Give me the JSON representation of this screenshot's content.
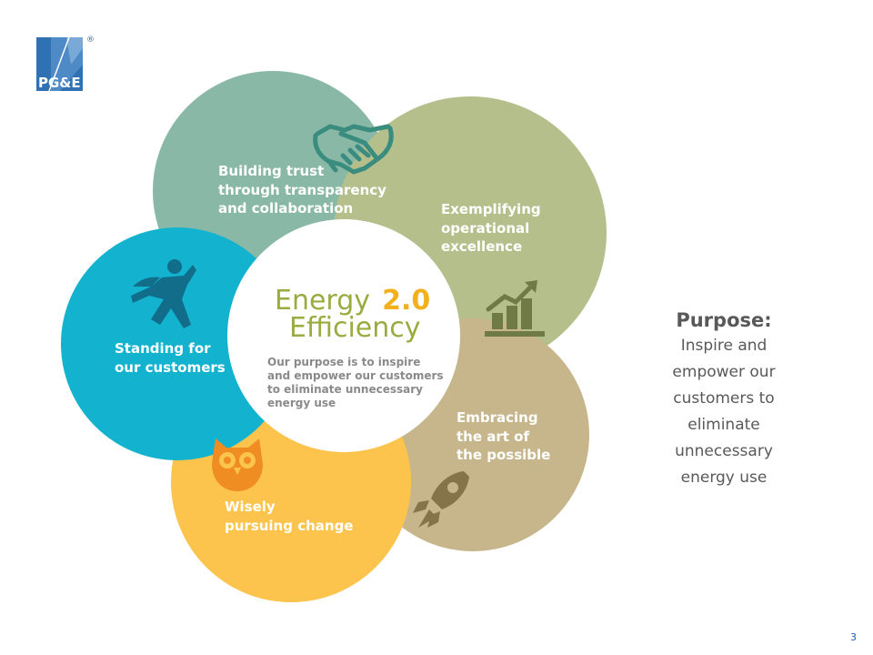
{
  "logo": {
    "text": "PG&E",
    "registered": "®"
  },
  "colors": {
    "teal_top": "#8ab8a7",
    "olive": "#b5bf8c",
    "tan": "#c7b68b",
    "yellow": "#fcc44d",
    "cyan": "#13b3d0",
    "center_green": "#9aab3f",
    "center_yellow": "#f2b11c",
    "logo_blue": "#2f71b2",
    "icon_teal": "#3a8d7e",
    "icon_olive": "#6f7a44",
    "icon_tan": "#85744a",
    "icon_orange": "#ef8c22",
    "icon_cyan": "#116d8a"
  },
  "segments": [
    {
      "id": "trust",
      "icon": "handshake-icon",
      "lines": [
        "Building trust",
        "through transparency",
        "and collaboration"
      ]
    },
    {
      "id": "operational",
      "icon": "growth-chart-icon",
      "lines": [
        "Exemplifying",
        "operational",
        "excellence"
      ]
    },
    {
      "id": "possible",
      "icon": "rocket-icon",
      "lines": [
        "Embracing",
        "the art of",
        "the possible"
      ]
    },
    {
      "id": "change",
      "icon": "owl-icon",
      "lines": [
        "Wisely",
        "pursuing change"
      ]
    },
    {
      "id": "customers",
      "icon": "hero-icon",
      "lines": [
        "Standing for",
        "our customers"
      ]
    }
  ],
  "center": {
    "title_word1": "Energy",
    "title_number": "2.0",
    "title_word2": "Efficiency",
    "purpose_lines": [
      "Our purpose is to inspire",
      "and empower our customers",
      "to eliminate unnecessary",
      "energy use"
    ]
  },
  "purpose": {
    "title": "Purpose:",
    "lines": [
      "Inspire and",
      "empower our",
      "customers to",
      "eliminate",
      "unnecessary",
      "energy use"
    ]
  },
  "page_number": "3"
}
